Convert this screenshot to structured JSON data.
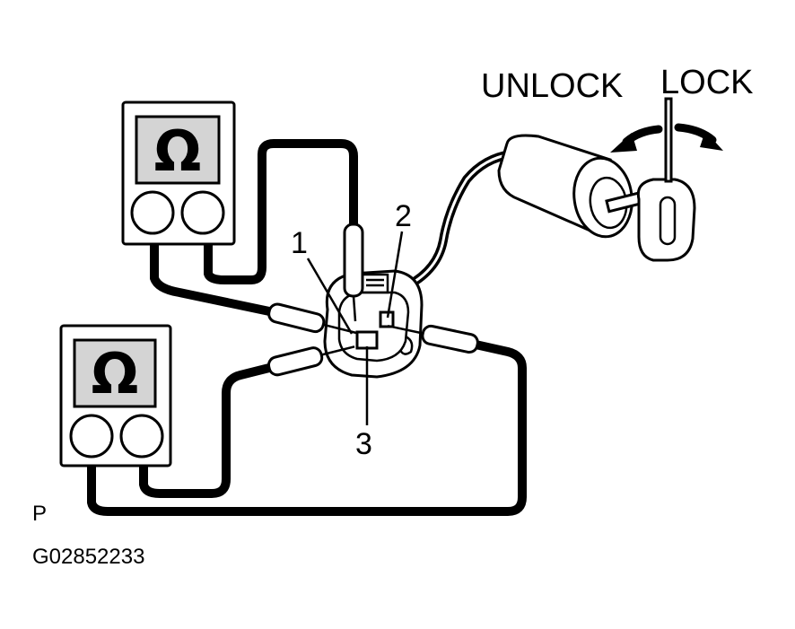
{
  "labels": {
    "unlock": "UNLOCK",
    "lock": "LOCK",
    "pin1": "1",
    "pin2": "2",
    "pin3": "3",
    "position": "P",
    "figure_code": "G02852233"
  },
  "meter_symbol": "Ω",
  "icons": {
    "meter": "ohmmeter-icon",
    "key": "key-icon",
    "arrow": "rotation-arrow-icon"
  }
}
